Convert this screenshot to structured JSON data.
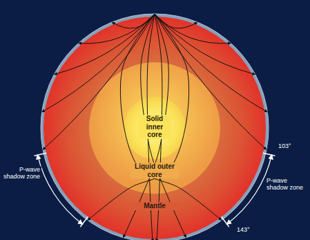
{
  "diagram": {
    "nodes": [
      {
        "text": [
          "Mantle"
        ]
      },
      {
        "text": [
          "Liquid outer core"
        ],
        "in": 0
      },
      {
        "text": [
          "Solid inner core"
        ],
        "in": 1
      }
    ],
    "labels": [
      "P-wave shadow zone",
      "P-wave shadow zone",
      "103°",
      "143°"
    ]
  }
}
